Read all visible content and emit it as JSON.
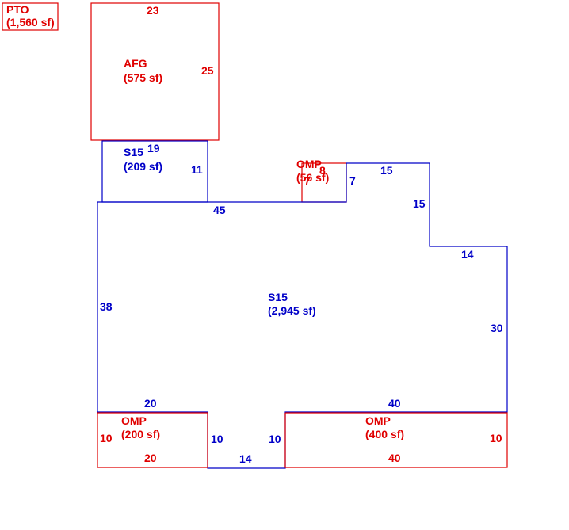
{
  "colors": {
    "red": "#e00000",
    "blue": "#0000c8",
    "background": "#ffffff"
  },
  "areas": {
    "pto": {
      "code": "PTO",
      "area": "(1,560 sf)"
    },
    "afg": {
      "code": "AFG",
      "area": "(575 sf)"
    },
    "s15_small": {
      "code": "S15",
      "area": "(209 sf)"
    },
    "omp_small": {
      "code": "OMP",
      "area": "(56 sf)"
    },
    "s15_main": {
      "code": "S15",
      "area": "(2,945 sf)"
    },
    "omp_left": {
      "code": "OMP",
      "area": "(200 sf)"
    },
    "omp_right": {
      "code": "OMP",
      "area": "(400 sf)"
    }
  },
  "dimensions": {
    "afg_top": "23",
    "afg_right": "25",
    "s15_small_top": "19",
    "s15_small_right": "11",
    "omp_small_top": "8",
    "omp_small_left": "7",
    "main_top_left": "45",
    "main_right_notch": "7",
    "main_upper_right_top": "15",
    "main_upper_right_side": "15",
    "main_step": "14",
    "main_left": "38",
    "main_right": "30",
    "omp_left_top": "20",
    "omp_left_side": "10",
    "omp_left_bottom": "20",
    "omp_left_inner": "10",
    "bottom_gap": "14",
    "omp_right_inner": "10",
    "omp_right_top": "40",
    "omp_right_side": "10",
    "omp_right_bottom": "40"
  }
}
